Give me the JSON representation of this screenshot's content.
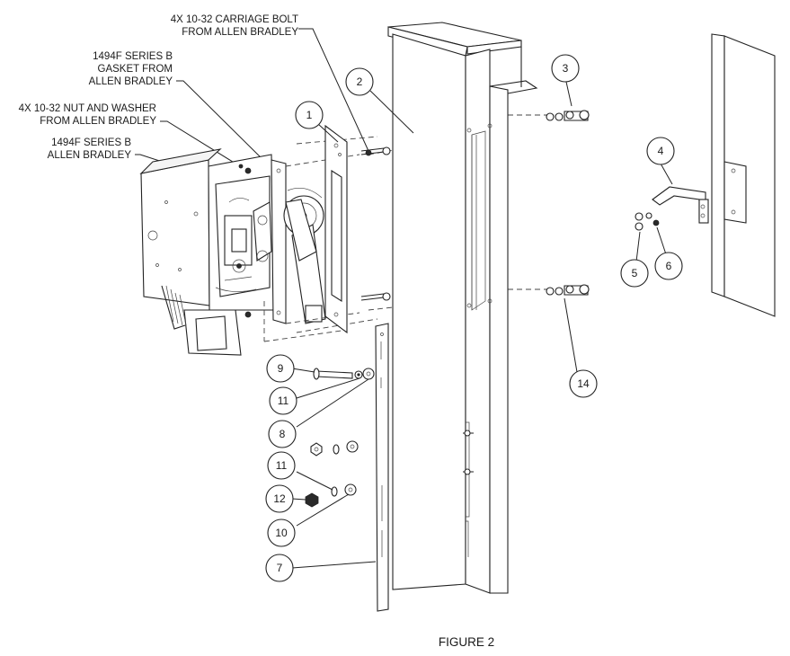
{
  "figure_caption": "FIGURE 2",
  "callout_labels": {
    "carriage_bolt": [
      "4X 10-32 CARRIAGE BOLT",
      "FROM ALLEN BRADLEY"
    ],
    "gasket": [
      "1494F SERIES B",
      "GASKET FROM",
      "ALLEN BRADLEY"
    ],
    "nut_washer": [
      "4X 10-32 NUT AND WASHER",
      "FROM ALLEN BRADLEY"
    ],
    "disconnect": [
      "1494F SERIES B",
      "ALLEN BRADLEY"
    ]
  },
  "balloons": [
    "1",
    "2",
    "3",
    "4",
    "5",
    "6",
    "9",
    "11",
    "8",
    "14",
    "11",
    "12",
    "10",
    "7"
  ]
}
